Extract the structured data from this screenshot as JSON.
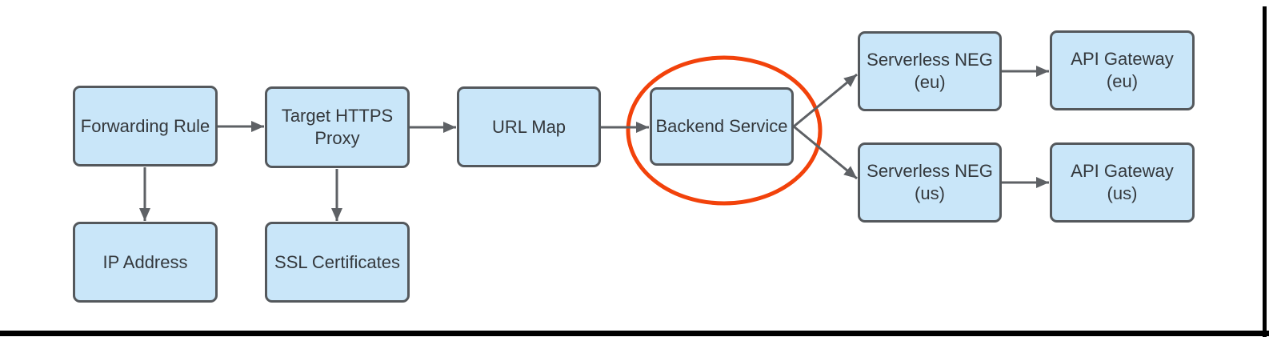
{
  "diagram": {
    "nodes": [
      {
        "id": "forwarding-rule",
        "label": "Forwarding Rule"
      },
      {
        "id": "target-https-proxy",
        "label": "Target HTTPS\nProxy"
      },
      {
        "id": "url-map",
        "label": "URL Map"
      },
      {
        "id": "backend-service",
        "label": "Backend Service"
      },
      {
        "id": "ip-address",
        "label": "IP Address"
      },
      {
        "id": "ssl-certificates",
        "label": "SSL Certificates"
      },
      {
        "id": "serverless-neg-eu",
        "label": "Serverless NEG\n(eu)"
      },
      {
        "id": "api-gateway-eu",
        "label": "API Gateway\n(eu)"
      },
      {
        "id": "serverless-neg-us",
        "label": "Serverless NEG\n(us)"
      },
      {
        "id": "api-gateway-us",
        "label": "API Gateway\n(us)"
      }
    ],
    "edges": [
      {
        "from": "forwarding-rule",
        "to": "target-https-proxy"
      },
      {
        "from": "forwarding-rule",
        "to": "ip-address"
      },
      {
        "from": "target-https-proxy",
        "to": "url-map"
      },
      {
        "from": "target-https-proxy",
        "to": "ssl-certificates"
      },
      {
        "from": "url-map",
        "to": "backend-service"
      },
      {
        "from": "backend-service",
        "to": "serverless-neg-eu"
      },
      {
        "from": "backend-service",
        "to": "serverless-neg-us"
      },
      {
        "from": "serverless-neg-eu",
        "to": "api-gateway-eu"
      },
      {
        "from": "serverless-neg-us",
        "to": "api-gateway-us"
      }
    ],
    "annotation": {
      "shape": "ellipse",
      "highlights": "Backend Service"
    },
    "colors": {
      "background": "#FFFFFF",
      "node_fill": "#C9E6F9",
      "node_border": "#54585C",
      "connector": "#5E6165",
      "text": "#34383C",
      "highlight": "#F2420B",
      "frame": "#000000"
    }
  }
}
